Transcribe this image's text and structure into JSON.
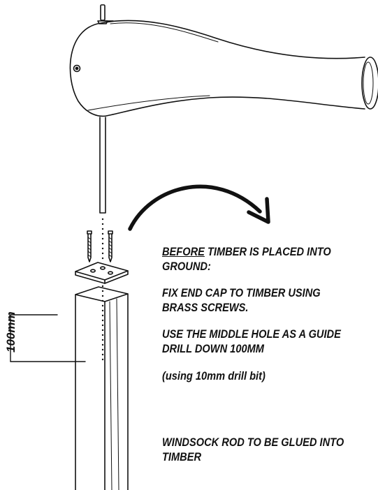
{
  "instructions": {
    "step1_underlined": "BEFORE",
    "step1_rest": " TIMBER IS PLACED INTO",
    "step1_line2": "GROUND:",
    "step2_line1": "FIX END CAP TO TIMBER USING",
    "step2_line2": "BRASS SCREWS.",
    "step3_line1": "USE THE MIDDLE HOLE AS A GUIDE",
    "step3_line2": "DRILL DOWN 100MM",
    "step4": "(using 10mm drill bit)",
    "step5_line1": "WINDSOCK ROD TO BE GLUED INTO",
    "step5_line2": "TIMBER"
  },
  "dimension": {
    "label": "100mm"
  },
  "colors": {
    "line": "#111111",
    "background": "#ffffff"
  }
}
